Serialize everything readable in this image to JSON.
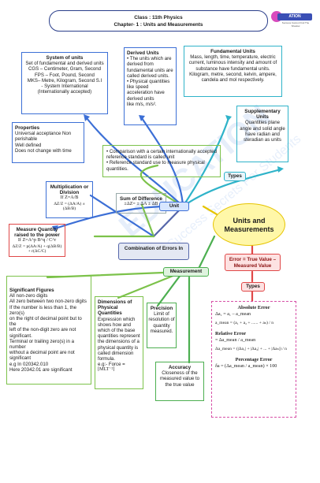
{
  "header": {
    "class_line": "Class : 11th Physics",
    "chapter_line": "Chapter- 1 : Units and Measurements"
  },
  "logo": {
    "name_fragment": "ATION",
    "tagline": "Success Cannot Find The Shadow"
  },
  "watermark": {
    "big": "EDUCATION",
    "small": "Success Secrets For Students"
  },
  "center": {
    "title_line1": "Units and",
    "title_line2": "Measurements"
  },
  "nodes": {
    "unit": "Unit",
    "measurement": "Measurement",
    "types_top": "Types",
    "types_right": "Types",
    "error": "Error = True Value – Measured Value",
    "combination": "Combination of Errors In"
  },
  "system_of_units": {
    "title": "System of units",
    "body": "Set of fundamental and derived units",
    "l1": "CGS – Centimeter, Gram, Second",
    "l2": "FPS – Foot, Pound, Second",
    "l3": "MKS– Metre, Kilogram, Second S.I",
    "l4": "- System International",
    "l5": "(Internationally accepted)"
  },
  "derived_units": {
    "title": "Derived Units",
    "b1": "The units which are derived from fundamental units are called derived units.",
    "b2": "Physical quantities like speed acceleration have derived units",
    "b3": "like m/s, m/s²."
  },
  "fundamental_units": {
    "title": "Fundamental Units",
    "body": "Mass, length, time, temperature, electric current, luminous intensity and amount of substance have fundamental units. Kilogram, metre, second, kelvin, ampere, candela and mol respectively."
  },
  "supplementary_units": {
    "title": "Supplementary Units",
    "body": "Quantities plane angle and solid angle have radian and steradian as units"
  },
  "properties": {
    "title": "Properties",
    "l1": "Universal acceptance Non perishable",
    "l2": "Well defined",
    "l3": "Does not change with time"
  },
  "comparison": {
    "b1": "Comparison with a certain internationally accepted reference standard is called unit",
    "b2": "Reference standard use to measure physical quantities."
  },
  "multiplication": {
    "title": "Multiplication or Division",
    "f1": "If Z=A/B",
    "f2": "ΔZ/Z = (ΔA/A) ± (ΔB/B)"
  },
  "sum_difference": {
    "title": "Sum of Difference",
    "f1": "±ΔZ= ± ΔA ± ΔB"
  },
  "power": {
    "title": "Measure Quantity raised to the power",
    "f1": "If Z=A^p B^q / C^r",
    "f2": "ΔZ/Z = p(ΔA/A) + q(ΔB/B) + r(ΔC/C)"
  },
  "significant": {
    "title": "Significant Figures",
    "lines": [
      "All non-zero digits",
      "All zero between two non-zero digits",
      "If the number is less than 1, the zero(s)",
      "on the right of decimal point but to the",
      "left of the non-digit zero are not significant.",
      "Terminal or trailing zero(s) in a number",
      "without a decimal point are not significant",
      "e.g In 020342.010",
      "Here 20342.01 are significant"
    ]
  },
  "dimensions": {
    "title": "Dimensions of Physical Quantities",
    "body": "Expression which shows how and which of the base quantities represent the dimensions of a physical quantity is called dimension formula.",
    "eg": "e.g:- Force =",
    "formula": "[MLT⁻²]"
  },
  "precision": {
    "title": "Precision",
    "body": "Limit of resolution of quantity measured."
  },
  "accuracy": {
    "title": "Accuracy",
    "body": "Closeness of the measured value to the true value"
  },
  "errors": {
    "absolute_title": "Absolute Error",
    "abs_f1": "Δa₁ = a₁ – a_mean",
    "abs_f2": "a_mean = (a₁ + a₂ + ...... + aₙ) / n",
    "relative_title": "Relative Error",
    "rel_f1": "= Δa_mean / a_mean",
    "rel_f2": "Δa_mean = (|Δa₁| + |Δa₂| + ... + |Δaₙ|) / n",
    "percentage_title": "Percentage Error",
    "pct_f1": "δa = (Δa_mean / a_mean) × 100"
  },
  "colors": {
    "blue": "#3c6fd6",
    "cyan": "#2fb3c9",
    "green": "#7cc24a",
    "red": "#e04848",
    "pink": "#d64fa6",
    "yellow": "#fff7a8"
  }
}
